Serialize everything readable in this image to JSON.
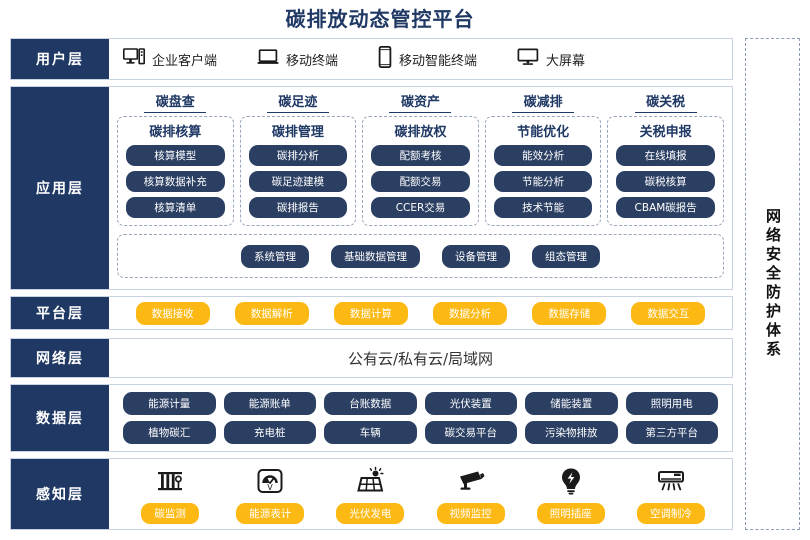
{
  "title": "碳排放动态管控平台",
  "colors": {
    "navy": "#1f3864",
    "pill_navy": "#2b3f63",
    "yellow": "#fcb913",
    "border": "#c9d2e3",
    "dashed": "#9aa6bd"
  },
  "layers": {
    "user": {
      "label": "用户层",
      "items": [
        {
          "icon": "desktop-tower-icon",
          "label": "企业客户端"
        },
        {
          "icon": "laptop-icon",
          "label": "移动终端"
        },
        {
          "icon": "smartphone-icon",
          "label": "移动智能终端"
        },
        {
          "icon": "monitor-icon",
          "label": "大屏幕"
        }
      ]
    },
    "application": {
      "label": "应用层",
      "groups": [
        {
          "title": "碳盘查",
          "subtitle": "碳排核算",
          "items": [
            "核算模型",
            "核算数据补充",
            "核算清单"
          ]
        },
        {
          "title": "碳足迹",
          "subtitle": "碳排管理",
          "items": [
            "碳排分析",
            "碳足迹建模",
            "碳排报告"
          ]
        },
        {
          "title": "碳资产",
          "subtitle": "碳排放权",
          "items": [
            "配额考核",
            "配额交易",
            "CCER交易"
          ]
        },
        {
          "title": "碳减排",
          "subtitle": "节能优化",
          "items": [
            "能效分析",
            "节能分析",
            "技术节能"
          ]
        },
        {
          "title": "碳关税",
          "subtitle": "关税申报",
          "items": [
            "在线填报",
            "碳税核算",
            "CBAM碳报告"
          ]
        }
      ],
      "management": [
        "系统管理",
        "基础数据管理",
        "设备管理",
        "组态管理"
      ]
    },
    "platform": {
      "label": "平台层",
      "items": [
        "数据接收",
        "数据解析",
        "数据计算",
        "数据分析",
        "数据存储",
        "数据交互"
      ]
    },
    "network": {
      "label": "网络层",
      "text": "公有云/私有云/局域网"
    },
    "data": {
      "label": "数据层",
      "row1": [
        "能源计量",
        "能源账单",
        "台账数据",
        "光伏装置",
        "储能装置",
        "照明用电"
      ],
      "row2": [
        "植物碳汇",
        "充电桩",
        "车辆",
        "碳交易平台",
        "污染物排放",
        "第三方平台"
      ]
    },
    "sense": {
      "label": "感知层",
      "items": [
        {
          "icon": "carbon-monitor-icon",
          "label": "碳监测"
        },
        {
          "icon": "energy-meter-icon",
          "label": "能源表计"
        },
        {
          "icon": "solar-panel-icon",
          "label": "光伏发电"
        },
        {
          "icon": "cctv-camera-icon",
          "label": "视频监控"
        },
        {
          "icon": "light-bulb-icon",
          "label": "照明插座"
        },
        {
          "icon": "air-conditioner-icon",
          "label": "空调制冷"
        }
      ]
    }
  },
  "security": {
    "label": "网络安全防护体系"
  }
}
